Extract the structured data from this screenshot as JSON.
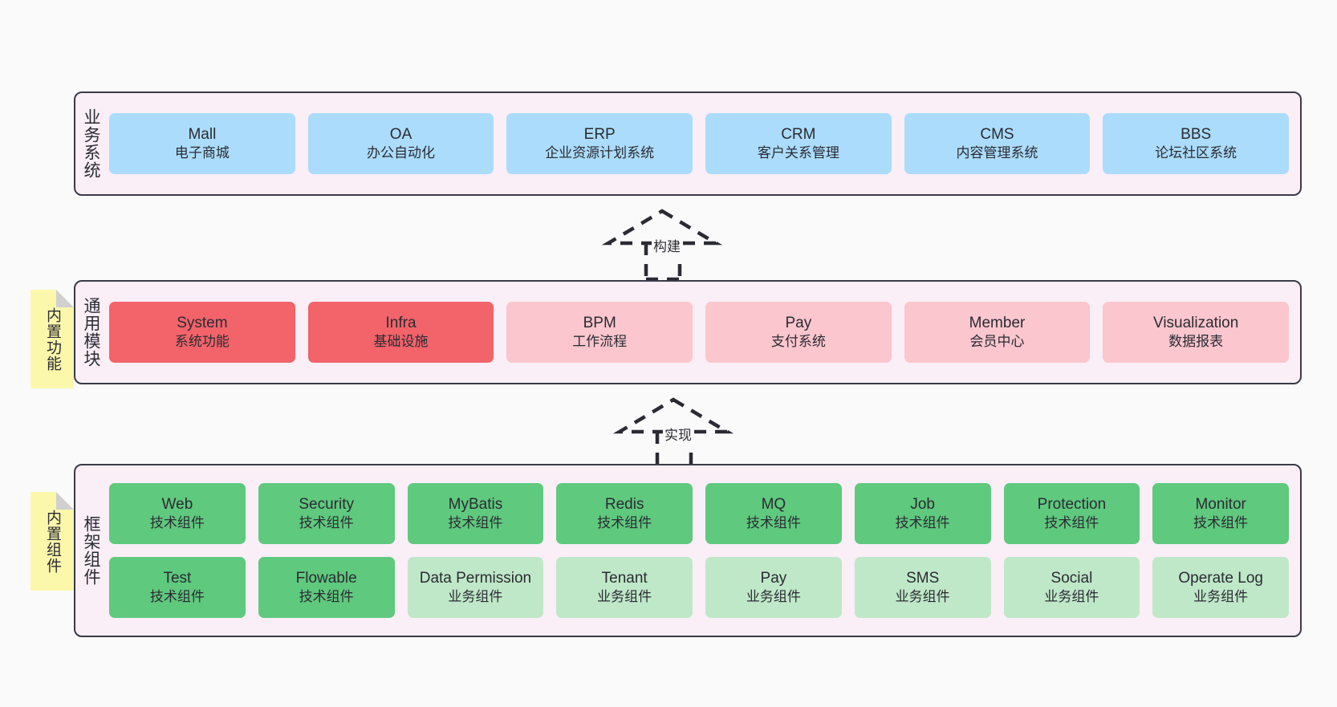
{
  "diagram": {
    "background_color": "#fafafa",
    "band_color": "#faeef7",
    "band_border_color": "#3b3b47",
    "sticky_color": "#fbf8ac"
  },
  "layers": [
    {
      "caption": "业务系统",
      "sticky": null,
      "rows": [
        {
          "nodes": [
            {
              "title": "Mall",
              "sub": "电子商城",
              "color": "#abdcfb",
              "style": "n-blue"
            },
            {
              "title": "OA",
              "sub": "办公自动化",
              "color": "#abdcfb",
              "style": "n-blue"
            },
            {
              "title": "ERP",
              "sub": "企业资源计划系统",
              "color": "#abdcfb",
              "style": "n-blue"
            },
            {
              "title": "CRM",
              "sub": "客户关系管理",
              "color": "#abdcfb",
              "style": "n-blue"
            },
            {
              "title": "CMS",
              "sub": "内容管理系统",
              "color": "#abdcfb",
              "style": "n-blue"
            },
            {
              "title": "BBS",
              "sub": "论坛社区系统",
              "color": "#abdcfb",
              "style": "n-blue"
            }
          ]
        }
      ]
    },
    {
      "caption": "通用模块",
      "sticky": "内置功能",
      "rows": [
        {
          "nodes": [
            {
              "title": "System",
              "sub": "系统功能",
              "color": "#f2636a",
              "style": "n-red"
            },
            {
              "title": "Infra",
              "sub": "基础设施",
              "color": "#f2636a",
              "style": "n-red"
            },
            {
              "title": "BPM",
              "sub": "工作流程",
              "color": "#fbc6cd",
              "style": "n-pink"
            },
            {
              "title": "Pay",
              "sub": "支付系统",
              "color": "#fbc6cd",
              "style": "n-pink"
            },
            {
              "title": "Member",
              "sub": "会员中心",
              "color": "#fbc6cd",
              "style": "n-pink"
            },
            {
              "title": "Visualization",
              "sub": "数据报表",
              "color": "#fbc6cd",
              "style": "n-pink"
            }
          ]
        }
      ]
    },
    {
      "caption": "框架组件",
      "sticky": "内置组件",
      "rows": [
        {
          "nodes": [
            {
              "title": "Web",
              "sub": "技术组件",
              "color": "#5fc97e",
              "style": "n-green"
            },
            {
              "title": "Security",
              "sub": "技术组件",
              "color": "#5fc97e",
              "style": "n-green"
            },
            {
              "title": "MyBatis",
              "sub": "技术组件",
              "color": "#5fc97e",
              "style": "n-green"
            },
            {
              "title": "Redis",
              "sub": "技术组件",
              "color": "#5fc97e",
              "style": "n-green"
            },
            {
              "title": "MQ",
              "sub": "技术组件",
              "color": "#5fc97e",
              "style": "n-green"
            },
            {
              "title": "Job",
              "sub": "技术组件",
              "color": "#5fc97e",
              "style": "n-green"
            },
            {
              "title": "Protection",
              "sub": "技术组件",
              "color": "#5fc97e",
              "style": "n-green"
            },
            {
              "title": "Monitor",
              "sub": "技术组件",
              "color": "#5fc97e",
              "style": "n-green"
            }
          ]
        },
        {
          "nodes": [
            {
              "title": "Test",
              "sub": "技术组件",
              "color": "#5fc97e",
              "style": "n-green"
            },
            {
              "title": "Flowable",
              "sub": "技术组件",
              "color": "#5fc97e",
              "style": "n-green"
            },
            {
              "title": "Data Permission",
              "sub": "业务组件",
              "color": "#bfe8c8",
              "style": "n-lightgreen"
            },
            {
              "title": "Tenant",
              "sub": "业务组件",
              "color": "#bfe8c8",
              "style": "n-lightgreen"
            },
            {
              "title": "Pay",
              "sub": "业务组件",
              "color": "#bfe8c8",
              "style": "n-lightgreen"
            },
            {
              "title": "SMS",
              "sub": "业务组件",
              "color": "#bfe8c8",
              "style": "n-lightgreen"
            },
            {
              "title": "Social",
              "sub": "业务组件",
              "color": "#bfe8c8",
              "style": "n-lightgreen"
            },
            {
              "title": "Operate Log",
              "sub": "业务组件",
              "color": "#bfe8c8",
              "style": "n-lightgreen"
            }
          ]
        }
      ]
    }
  ],
  "connectors": [
    {
      "label": "构建",
      "from_layer": "通用模块",
      "to_layer": "业务系统",
      "arrow": "dashed-hollow-triangle-up"
    },
    {
      "label": "实现",
      "from_layer": "框架组件",
      "to_layer": "通用模块",
      "arrow": "dashed-hollow-triangle-up"
    }
  ]
}
